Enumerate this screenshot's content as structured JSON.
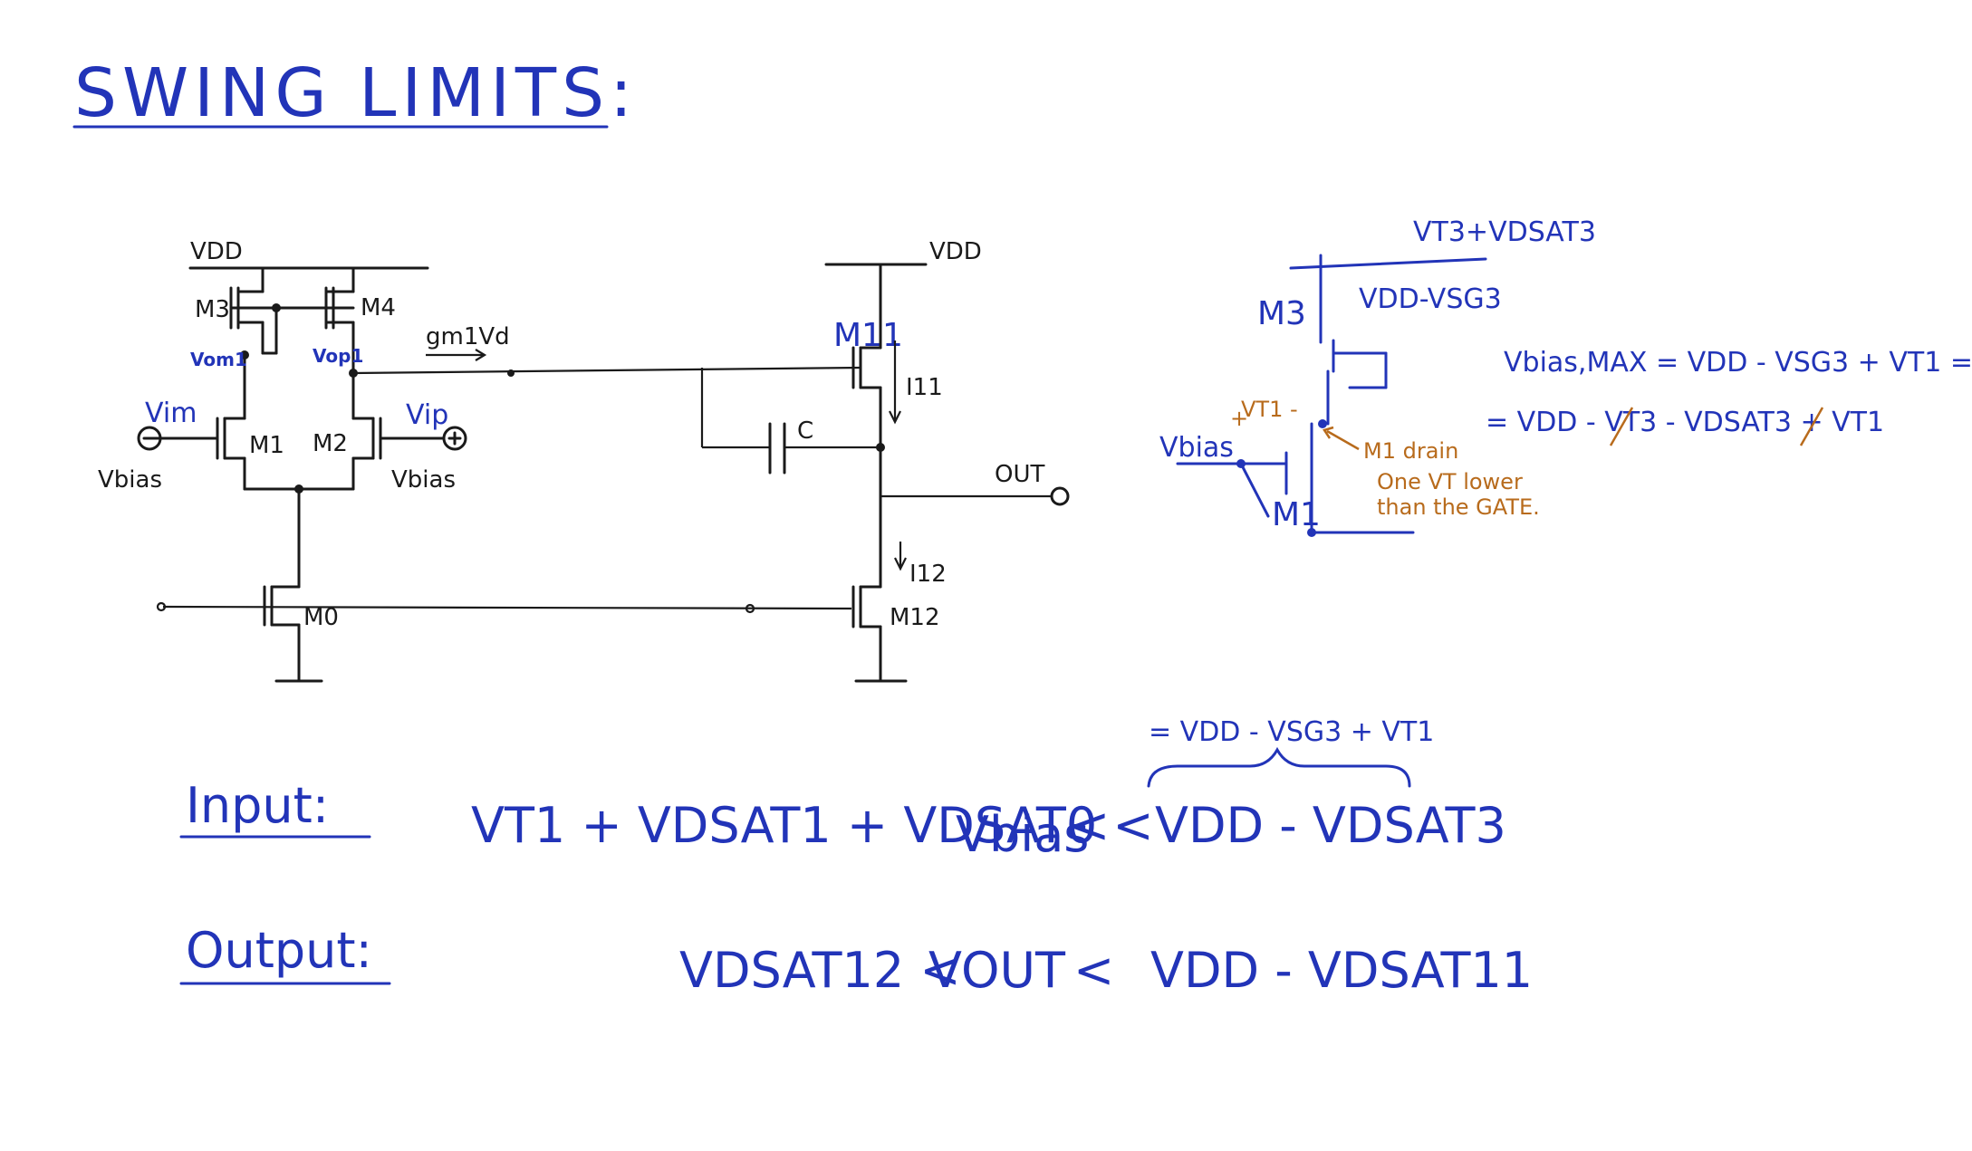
{
  "title": "SWING LIMITS:",
  "circuit": {
    "vdd_left": "VDD",
    "vdd_right": "VDD",
    "m3": "M3",
    "m4": "M4",
    "m1": "M1",
    "m2": "M2",
    "m0": "M0",
    "m11": "M11",
    "m12": "M12",
    "vom": "Vom1",
    "vop": "Vop1",
    "vim": "Vim",
    "vip": "Vip",
    "vbias_left": "Vbias",
    "vbias_right": "Vbias",
    "gm_vd": "gm1Vd",
    "cap": "C",
    "i11": "I11",
    "i12": "I12",
    "out": "OUT"
  },
  "sidenote": {
    "top_label": "VT3+VDSAT3",
    "vdd_vsg": "VDD-VSG3",
    "m3": "M3",
    "m1": "M1",
    "vt1": "VT1 -",
    "plus": "+",
    "vbias": "Vbias",
    "m1_drain": "M1 drain",
    "note_line1": "One VT lower",
    "note_line2": "than the GATE.",
    "eq1": "Vbias,MAX = VDD - VSG3 + VT1 =",
    "eq2": "= VDD - VT3 - VDSAT3 + VT1"
  },
  "input": {
    "label": "Input:",
    "lhs": "VT1 + VDSAT1 + VDSAT0 <",
    "mid": "Vbias",
    "lt": "<",
    "rhs": "VDD - VDSAT3",
    "brace_note": "= VDD - VSG3 + VT1"
  },
  "output": {
    "label": "Output:",
    "lhs": "VDSAT12 <",
    "mid": "VOUT",
    "lt": "<",
    "rhs": "VDD - VDSAT11"
  }
}
